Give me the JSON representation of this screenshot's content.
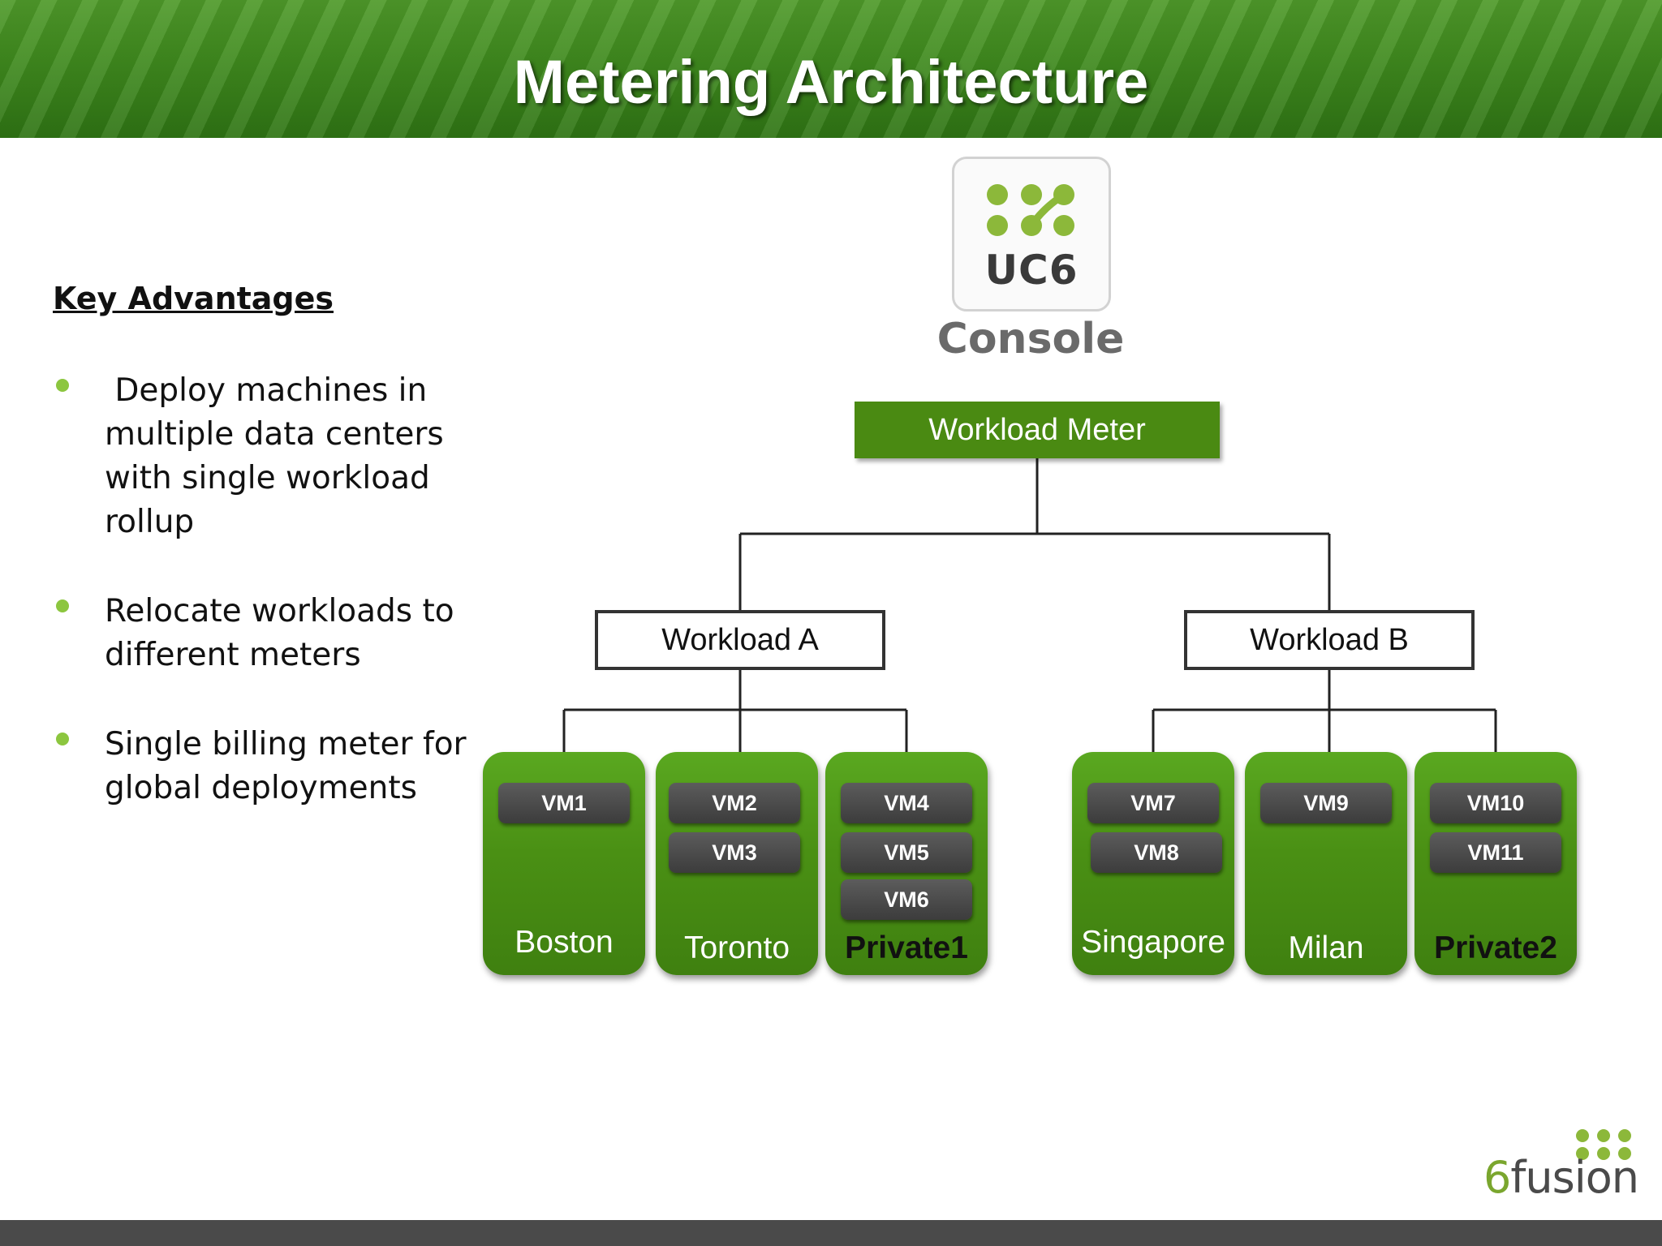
{
  "title": "Metering Architecture",
  "left_panel": {
    "heading": "Key Advantages",
    "bullets": [
      " Deploy machines in multiple data centers with single workload rollup",
      "Relocate workloads to different meters",
      "Single billing meter for global deployments"
    ]
  },
  "console": {
    "logo_text": "UC6",
    "label": "Console"
  },
  "diagram": {
    "root": "Workload Meter",
    "workloads": [
      {
        "name": "Workload A",
        "datacenters": [
          {
            "name": "Boston",
            "vms": [
              "VM1"
            ]
          },
          {
            "name": "Toronto",
            "vms": [
              "VM2",
              "VM3"
            ]
          },
          {
            "name": "Private1",
            "vms": [
              "VM4",
              "VM5",
              "VM6"
            ]
          }
        ]
      },
      {
        "name": "Workload B",
        "datacenters": [
          {
            "name": "Singapore",
            "vms": [
              "VM7",
              "VM8"
            ]
          },
          {
            "name": "Milan",
            "vms": [
              "VM9"
            ]
          },
          {
            "name": "Private2",
            "vms": [
              "VM10",
              "VM11"
            ]
          }
        ]
      }
    ]
  },
  "brand": {
    "prefix": "6",
    "name": "fusion"
  },
  "colors": {
    "accent_green": "#4a8a12",
    "bullet_green": "#8cc63f",
    "vm_gray": "#444444"
  }
}
